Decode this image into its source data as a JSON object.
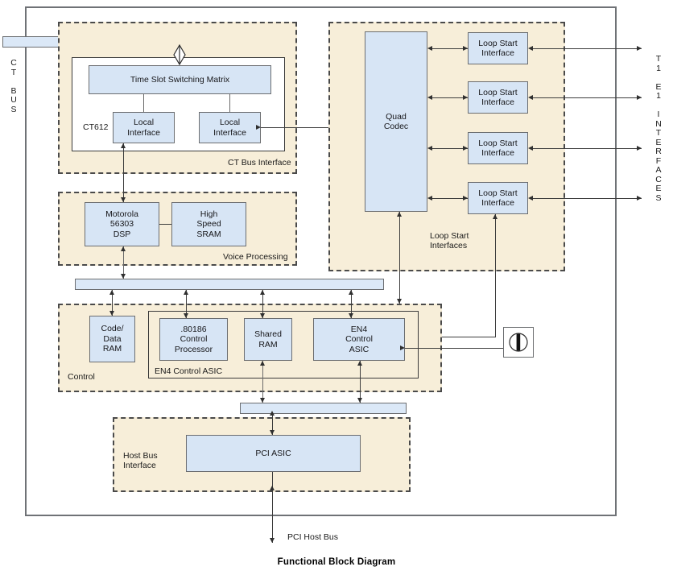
{
  "diagram": {
    "caption": "Functional Block Diagram",
    "colors": {
      "block_fill": "#d7e5f5",
      "block_stroke": "#6b6d70",
      "group_fill": "#f7eed9",
      "group_stroke": "#4a4a4a",
      "bus_fill": "#dbe8f7",
      "line": "#3d3d3d",
      "chassis": "#6f7276"
    },
    "side_labels": {
      "left": "C\nT\n\nB\nU\nS",
      "right": "T\n1\n\nE\n1\n\nI\nN\nT\nE\nR\nF\nA\nC\nE\nS"
    },
    "buses": {
      "ct_bus": "ct-bus-bar",
      "internal_bus": "internal-bus-bar",
      "host_bus": "host-bus-bar"
    },
    "groups": [
      {
        "id": "ct-bus-interface",
        "label": "CT Bus Interface"
      },
      {
        "id": "loop-start-interfaces",
        "label": "Loop Start\nInterfaces"
      },
      {
        "id": "voice-processing",
        "label": "Voice Processing"
      },
      {
        "id": "control",
        "label": "Control"
      },
      {
        "id": "host-bus-interface",
        "label": "Host Bus\nInterface"
      }
    ],
    "sub_enclosures": [
      {
        "id": "ct612",
        "label": "CT612"
      },
      {
        "id": "en4-control-asic-enclosure",
        "label": "EN4 Control ASIC"
      }
    ],
    "blocks": [
      {
        "id": "time-slot-switching-matrix",
        "label": "Time Slot Switching Matrix"
      },
      {
        "id": "local-interface-1",
        "label": "Local\nInterface"
      },
      {
        "id": "local-interface-2",
        "label": "Local\nInterface"
      },
      {
        "id": "quad-codec",
        "label": "Quad\nCodec"
      },
      {
        "id": "loop-start-interface-1",
        "label": "Loop Start\nInterface"
      },
      {
        "id": "loop-start-interface-2",
        "label": "Loop Start\nInterface"
      },
      {
        "id": "loop-start-interface-3",
        "label": "Loop Start\nInterface"
      },
      {
        "id": "loop-start-interface-4",
        "label": "Loop Start\nInterface"
      },
      {
        "id": "motorola-dsp",
        "label": "Motorola\n56303\nDSP"
      },
      {
        "id": "high-speed-sram",
        "label": "High\nSpeed\nSRAM"
      },
      {
        "id": "code-data-ram",
        "label": "Code/\nData\nRAM"
      },
      {
        "id": "control-processor-80186",
        "label": ".80186\nControl\nProcessor"
      },
      {
        "id": "shared-ram",
        "label": "Shared\nRAM"
      },
      {
        "id": "en4-control-asic",
        "label": "EN4\nControl\nASIC"
      },
      {
        "id": "pci-asic",
        "label": "PCI ASIC"
      }
    ],
    "annotations": {
      "pci_host_bus": "PCI Host Bus"
    },
    "icons": {
      "connector_jack": "connector-jack-icon",
      "bidirectional_lens": "bidirectional-connector-icon"
    }
  }
}
